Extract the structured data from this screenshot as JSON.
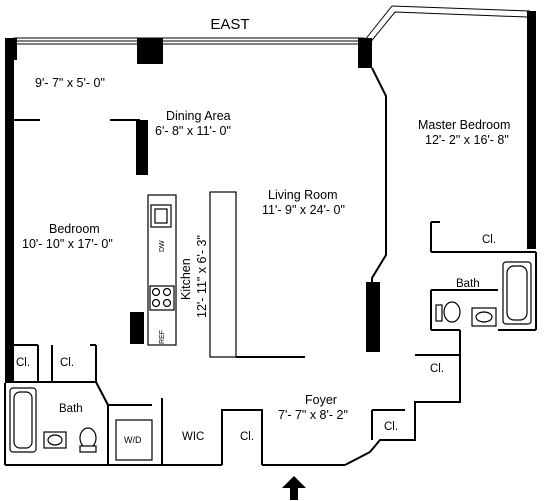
{
  "compass": {
    "label": "EAST"
  },
  "rooms": {
    "balcony": {
      "dims": "9'- 7\" x 5'- 0\""
    },
    "dining": {
      "name": "Dining Area",
      "dims": "6'- 8\" x 11'- 0\""
    },
    "living": {
      "name": "Living Room",
      "dims": "11'- 9\" x 24'- 0\""
    },
    "master": {
      "name": "Master Bedroom",
      "dims": "12'- 2\" x 16'- 8\""
    },
    "bedroom": {
      "name": "Bedroom",
      "dims": "10'- 10\" x 17'- 0\""
    },
    "kitchen": {
      "name": "Kitchen",
      "dims": "12'- 11\" x 6'- 3\""
    },
    "foyer": {
      "name": "Foyer",
      "dims": "7'- 7\" x 8'- 2\""
    },
    "bath_left": {
      "name": "Bath"
    },
    "bath_right": {
      "name": "Bath"
    },
    "wic": {
      "name": "WIC"
    },
    "wd": {
      "name": "W/D"
    }
  },
  "closets": {
    "label": "Cl."
  },
  "appliances": {
    "dw": "DW",
    "ref": "REF"
  }
}
